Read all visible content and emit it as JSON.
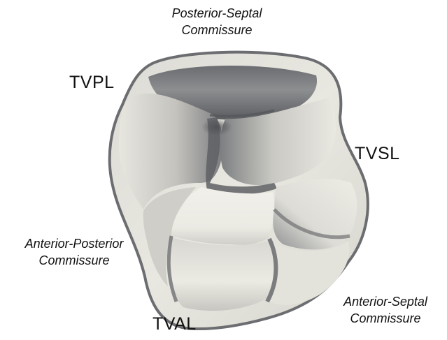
{
  "labels": {
    "posterior_septal": {
      "line1": "Posterior-Septal",
      "line2": "Commissure"
    },
    "tvpl": "TVPL",
    "tvsl": "TVSL",
    "anterior_posterior": {
      "line1": "Anterior-Posterior",
      "line2": "Commissure"
    },
    "anterior_septal": {
      "line1": "Anterior-Septal",
      "line2": "Commissure"
    },
    "tval": "TVAL"
  },
  "colors": {
    "leaflet_light": "#ecebe4",
    "leaflet_mid": "#b9b8b3",
    "leaflet_dark": "#5d5f63",
    "outline": "#6c6d70"
  }
}
